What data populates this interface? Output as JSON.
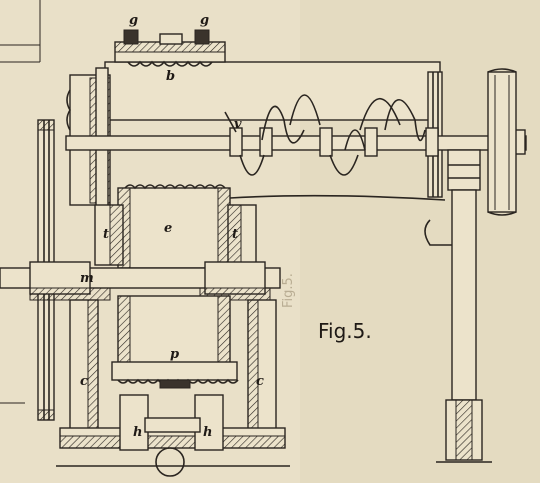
{
  "figure": {
    "caption": "Fig.5.",
    "ghost_caption": "Fig.5."
  },
  "labels": {
    "g_left": "g",
    "g_right": "g",
    "b": "b",
    "v": "v",
    "e": "e",
    "t_left": "t",
    "t_right": "t",
    "m": "m",
    "p": "p",
    "c_left": "c",
    "c_right": "c",
    "h_left": "h",
    "h_right": "h"
  }
}
